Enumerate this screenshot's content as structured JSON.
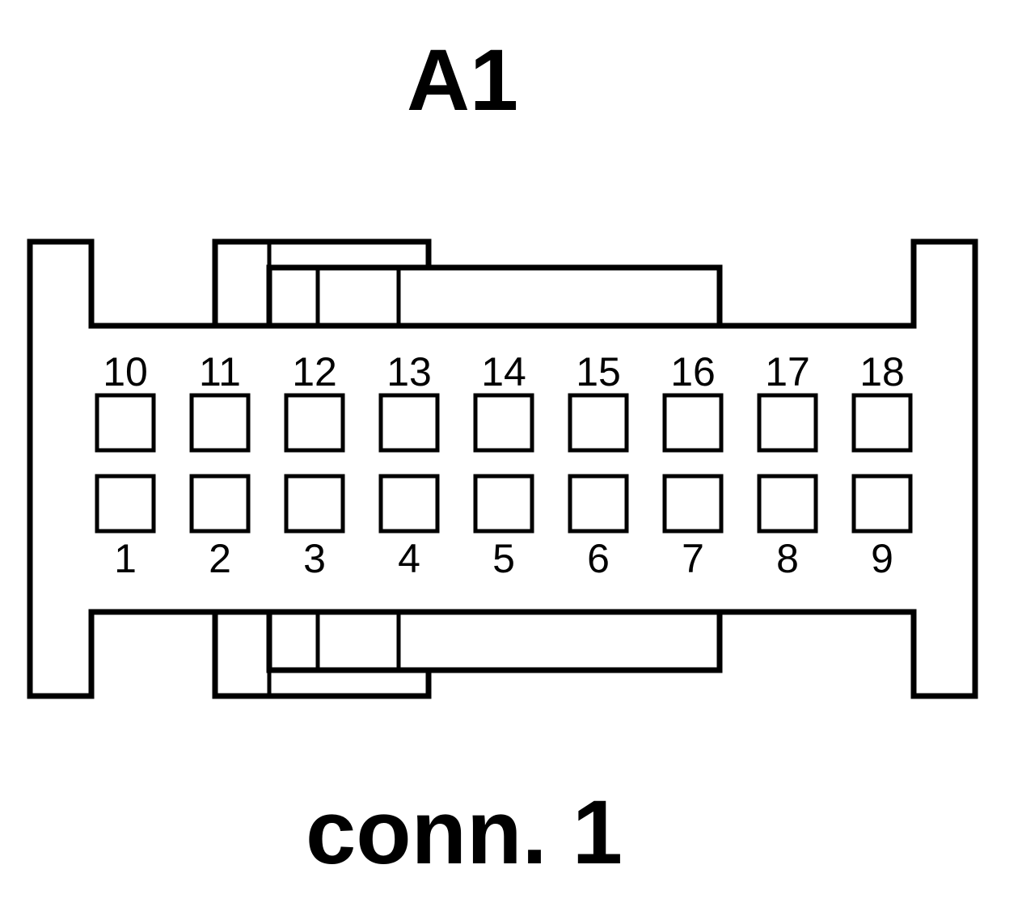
{
  "connector": {
    "title": "A1",
    "subtitle": "conn. 1",
    "stroke_color": "#000000",
    "fill_color": "#ffffff"
  },
  "pins": {
    "top_row": [
      "10",
      "11",
      "12",
      "13",
      "14",
      "15",
      "16",
      "17",
      "18"
    ],
    "bottom_row": [
      "1",
      "2",
      "3",
      "4",
      "5",
      "6",
      "7",
      "8",
      "9"
    ]
  }
}
